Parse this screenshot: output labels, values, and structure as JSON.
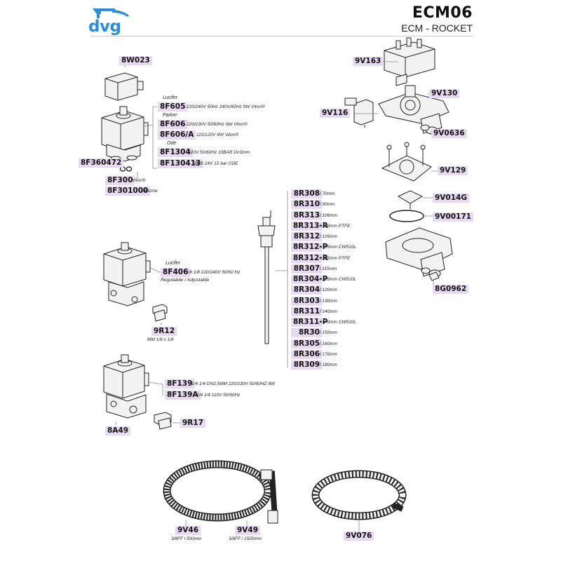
{
  "header": {
    "code": "ECM06",
    "subtitle": "ECM - ROCKET",
    "logo_text": "dvg",
    "logo_color": "#2a8fd6"
  },
  "colors": {
    "tag_bg": "#e6d9f1",
    "line": "#888888"
  },
  "parts": {
    "p8W023": "8W023",
    "p8F605": "8F605",
    "p8F605_note": "220/240V 50Hz 240V/60Hz 9W Viton®",
    "lucifer1": "Lucifer",
    "parker": "Parker",
    "p8F606": "8F606",
    "p8F606_note": "220/230V 50/60Hz 9W Viton®",
    "p8F606A": "8F606/A",
    "p8F606A_note": "110/120V 9W Viton®",
    "ode": "Ode",
    "p8F1304": "8F1304",
    "p8F1304_note": "220V 50/60Hz 10BAR Dn3mm",
    "p8F130413": "8F130413",
    "p8F130413_note": "PPS 24V 15 bar ODE",
    "p8F360472": "8F360472",
    "p8F300": "8F300",
    "p8F300_note": "Viton®",
    "p8F301000": "8F301000",
    "p8F301000_note": "Silicone",
    "lucifer2": "Lucifer",
    "p8F406": "8F406",
    "p8F406_note1": "1/8 1/8 220/240V 50/60 Hz",
    "p8F406_note2": "Regolabile / Adjustable",
    "p9R12": "9R12",
    "p9R12_note": "MM 1/8 x 1/8",
    "p8F139": "8F139",
    "p8F139_note": "1/4 1/4 DN2,5MM 220/230V 50/60HZ 9W",
    "p8F139A": "8F139A",
    "p8F139A_note": "1/4 1/4 110V 50/60Hz",
    "p9R17": "9R17",
    "p8A49": "8A49",
    "p9V163": "9V163",
    "p9V130": "9V130",
    "p9V116": "9V116",
    "p9V0636": "9V0636",
    "p9V129": "9V129",
    "p9V014G": "9V014G",
    "p9V00171": "9V00171",
    "p8G0962": "8G0962",
    "p9V46": "9V46",
    "p9V46_note": "3/8FF l 500mm",
    "p9V49": "9V49",
    "p9V49_note": "3/8FF l 1500mm",
    "p9V076": "9V076"
  },
  "probes": [
    {
      "code": "8R308",
      "note": "l 70mm"
    },
    {
      "code": "8R310",
      "note": "l 90mm"
    },
    {
      "code": "8R313",
      "note": "l 106mm"
    },
    {
      "code": "8R313-R",
      "note": "l 100mm PTFE"
    },
    {
      "code": "8R312",
      "note": "l 105mm"
    },
    {
      "code": "8R312-P",
      "note": "l 105mm CW510L"
    },
    {
      "code": "8R312-R",
      "note": "l 105mm PTFE"
    },
    {
      "code": "8R307",
      "note": "l 115mm"
    },
    {
      "code": "8R304-P",
      "note": "l 120mm CW510L"
    },
    {
      "code": "8R304",
      "note": "l 120mm"
    },
    {
      "code": "8R303",
      "note": "l 130mm"
    },
    {
      "code": "8R311",
      "note": "l 140mm"
    },
    {
      "code": "8R311-P",
      "note": "l 140mm CW510L"
    },
    {
      "code": "8R30",
      "note": "l 150mm"
    },
    {
      "code": "8R305",
      "note": "l 160mm"
    },
    {
      "code": "8R306",
      "note": "l 170mm"
    },
    {
      "code": "8R309",
      "note": "l 180mm"
    }
  ]
}
